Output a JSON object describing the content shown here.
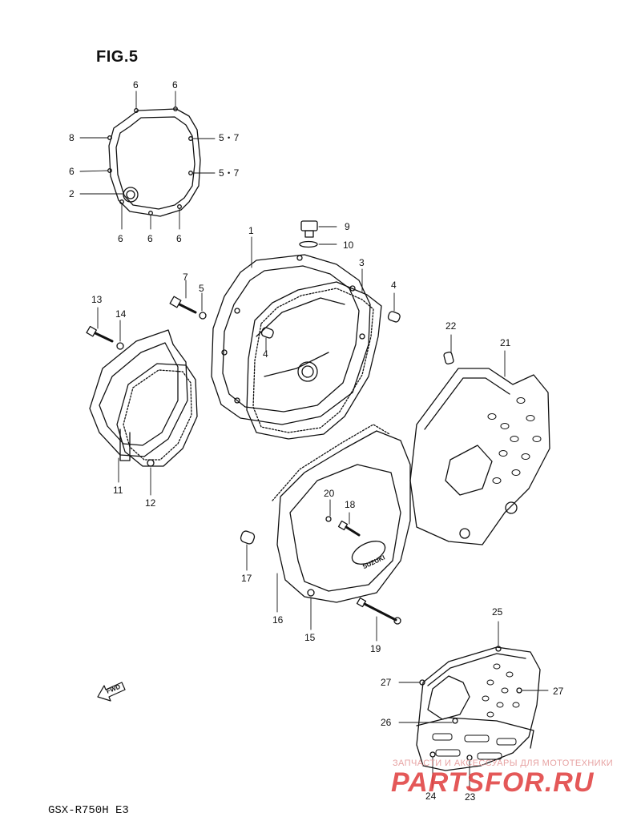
{
  "title": "FIG.5",
  "model": "GSX-R750H  E3",
  "fwd_label": "FWD",
  "emblem_text": "SUZUKI",
  "watermark": {
    "line1": "ЗАПЧАСТИ И АКСЕССУАРЫ ДЛЯ МОТОТЕХНИКИ",
    "logo": "PARTSFOR.RU"
  },
  "callouts": {
    "c_6a": "6",
    "c_6b": "6",
    "c_8": "8",
    "c_57a": "5・7",
    "c_6c": "6",
    "c_57b": "5・7",
    "c_2": "2",
    "c_6d": "6",
    "c_6e": "6",
    "c_6f": "6",
    "c_1": "1",
    "c_9": "9",
    "c_10": "10",
    "c_3": "3",
    "c_7": "7",
    "c_5": "5",
    "c_4a": "4",
    "c_4b": "4",
    "c_13": "13",
    "c_14": "14",
    "c_22": "22",
    "c_21": "21",
    "c_11": "11",
    "c_12": "12",
    "c_20": "20",
    "c_18": "18",
    "c_17": "17",
    "c_16": "16",
    "c_15": "15",
    "c_19": "19",
    "c_25": "25",
    "c_27a": "27",
    "c_27b": "27",
    "c_26": "26",
    "c_24": "24",
    "c_23": "23"
  }
}
